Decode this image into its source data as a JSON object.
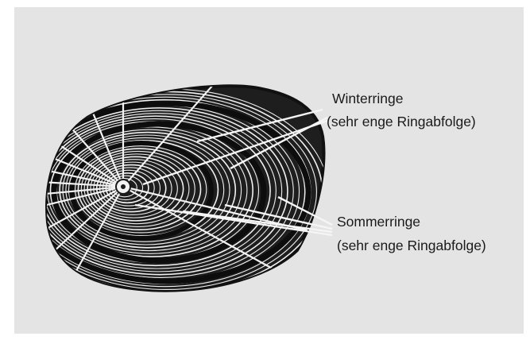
{
  "figure": {
    "winter_label": {
      "line1": "Winterringe",
      "line2": "(sehr enge Ringabfolge)"
    },
    "summer_label": {
      "line1": "Sommerringe",
      "line2": "(sehr enge Ringabfolge)"
    },
    "colors": {
      "background": "#e4e4e4",
      "ink": "#1a1a1a",
      "annulus_fill": "#f4f4f4"
    }
  }
}
